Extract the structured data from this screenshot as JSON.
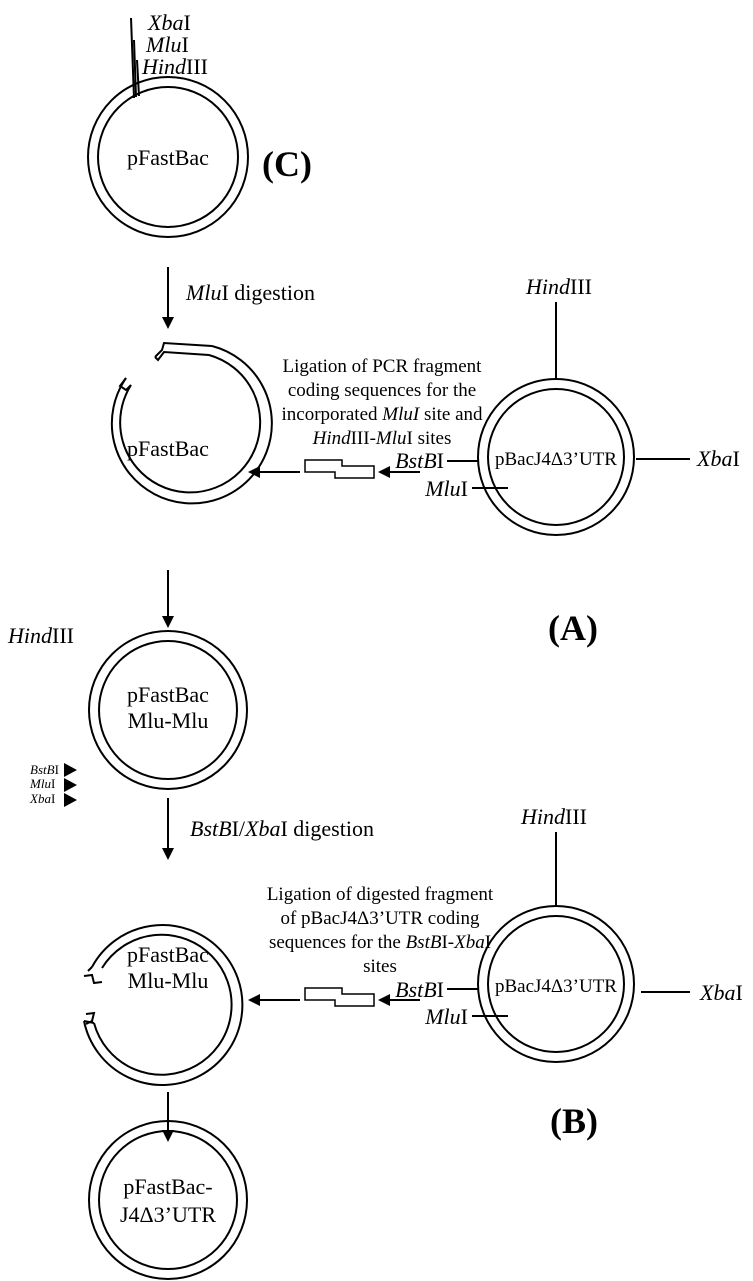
{
  "top_plasmid": {
    "name": "pFastBac",
    "sites": [
      {
        "italic": "Xba",
        "roman": "I"
      },
      {
        "italic": "Mlu",
        "roman": "I"
      },
      {
        "italic": "Hind",
        "roman": "III"
      }
    ]
  },
  "panel_labels": {
    "c": "(C)",
    "a": "(A)",
    "b": "(B)"
  },
  "step1": {
    "italic": "Mlu",
    "roman": "I digestion"
  },
  "opened_plasmid_1": {
    "name": "pFastBac"
  },
  "ligation_1": {
    "line1": "Ligation of PCR fragment",
    "line2": "coding sequences for the",
    "line3_pre": "incorporated ",
    "line3_italic": "MluI",
    "line3_post": " site and",
    "line4_italic1": "Hind",
    "line4_mid": "III-",
    "line4_italic2": "Mlu",
    "line4_post": "I sites"
  },
  "donor_a": {
    "name": "pBacJ4Δ3’UTR",
    "hind": {
      "italic": "Hind",
      "roman": "III"
    },
    "bstb": {
      "italic": "BstB",
      "roman": "I"
    },
    "mlu": {
      "italic": "Mlu",
      "roman": "I"
    },
    "xba": {
      "italic": "Xba",
      "roman": "I"
    }
  },
  "intermediate": {
    "name_line1": "pFastBac",
    "name_line2": "Mlu-Mlu",
    "hind": {
      "italic": "Hind",
      "roman": "III"
    },
    "small_sites": [
      {
        "italic": "BstB",
        "roman": "I"
      },
      {
        "italic": "Mlu",
        "roman": "I"
      },
      {
        "italic": "Xba",
        "roman": "I"
      }
    ]
  },
  "step2": {
    "italic1": "BstB",
    "mid": "I/",
    "italic2": "Xba",
    "roman": "I digestion"
  },
  "opened_plasmid_2": {
    "name_line1": "pFastBac",
    "name_line2": "Mlu-Mlu"
  },
  "ligation_2": {
    "line1": "Ligation of digested fragment",
    "line2": "of pBacJ4Δ3’UTR coding",
    "line3_pre": "sequences for the ",
    "line3_italic1": "BstB",
    "line3_mid": "I-",
    "line3_italic2": "Xba",
    "line3_post": "I",
    "line4": "sites"
  },
  "donor_b": {
    "name": "pBacJ4Δ3’UTR",
    "hind": {
      "italic": "Hind",
      "roman": "III"
    },
    "bstb": {
      "italic": "BstB",
      "roman": "I"
    },
    "mlu": {
      "italic": "Mlu",
      "roman": "I"
    },
    "xba": {
      "italic": "Xba",
      "roman": "I"
    }
  },
  "final_plasmid": {
    "name_line1": "pFastBac-",
    "name_line2": "J4Δ3’UTR"
  }
}
